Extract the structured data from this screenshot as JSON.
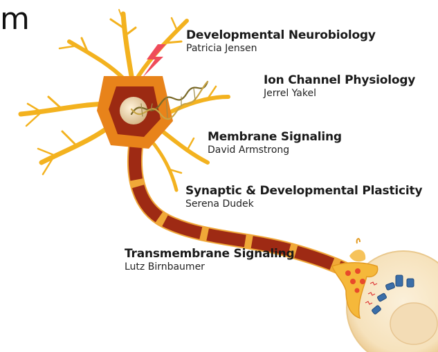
{
  "header_fragment": "m",
  "labs": [
    {
      "title": "Developmental Neurobiology",
      "name": "Patricia Jensen"
    },
    {
      "title": "Ion Channel Physiology",
      "name": "Jerrel Yakel"
    },
    {
      "title": "Membrane Signaling",
      "name": "David Armstrong"
    },
    {
      "title": "Synaptic & Developmental Plasticity",
      "name": "Serena Dudek"
    },
    {
      "title": "Transmembrane Signaling",
      "name": "Lutz Birnbaumer"
    }
  ],
  "colors": {
    "dendrite": "#f3b21f",
    "soma": "#e8831a",
    "soma_inner": "#9c2a12",
    "axon": "#9e2a14",
    "axon_gap": "#f5b53a",
    "terminal": "#f5b83a",
    "vesicle": "#e84a2a",
    "target_cell": "#f6e2bc",
    "receptor": "#3b6ea8",
    "lightning": "#ef4b5a",
    "dna": "#7a6a2a"
  },
  "icons": [
    "lightning-icon",
    "dna-helix-icon",
    "nucleus-icon",
    "vesicle-icon",
    "receptor-icon"
  ]
}
